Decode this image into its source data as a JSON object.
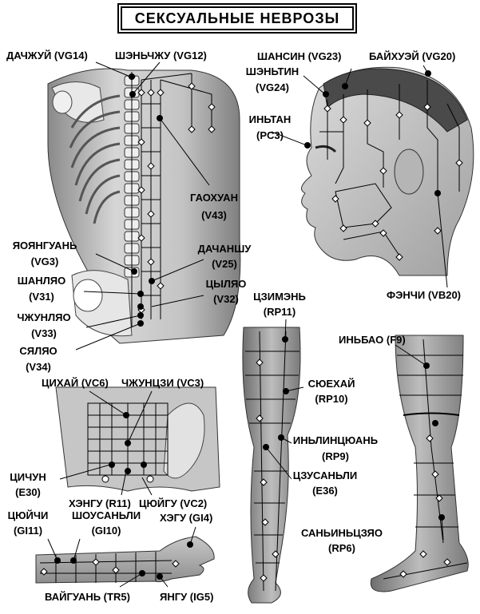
{
  "title": "СЕКСУАЛЬНЫЕ НЕВРОЗЫ",
  "colors": {
    "ink": "#000000",
    "skin_light": "#d9d9d9",
    "skin_mid": "#b0b0b0",
    "skin_dark": "#7a7a7a",
    "background": "#ffffff"
  },
  "labels": {
    "dazhui": "ДАЧЖУЙ (VG14)",
    "shenzhu": "ШЭНЬЧЖУ (VG12)",
    "shangxing": "ШАНСИН (VG23)",
    "baihui": "БАЙХУЭЙ (VG20)",
    "shenting_1": "ШЭНЬТИН",
    "shenting_2": "(VG24)",
    "yintang_1": "ИНЬТАН",
    "yintang_2": "(PC3)",
    "gaohuang_1": "ГАОХУАН",
    "gaohuang_2": "(V43)",
    "yaoyangguan_1": "ЯОЯНГУАНЬ",
    "yaoyangguan_2": "(VG3)",
    "dachangshu_1": "ДАЧАНШУ",
    "dachangshu_2": "(V25)",
    "shangliao_1": "ШАНЛЯО",
    "shangliao_2": "(V31)",
    "ciliao_1": "ЦЫЛЯО",
    "ciliao_2": "(V32)",
    "zhongliao_1": "ЧЖУНЛЯО",
    "zhongliao_2": "(V33)",
    "xialiao_1": "СЯЛЯО",
    "xialiao_2": "(V34)",
    "fengchi": "ФЭНЧИ (VB20)",
    "jimen_1": "ЦЗИМЭНЬ",
    "jimen_2": "(RP11)",
    "yinbao": "ИНЬБАО (F9)",
    "qihai": "ЦИХАЙ (VC6)",
    "zhongji": "ЧЖУНЦЗИ (VC3)",
    "xuehai_1": "СЮЕХАЙ",
    "xuehai_2": "(RP10)",
    "yinlingquan_1": "ИНЬЛИНЦЮАНЬ",
    "yinlingquan_2": "(RP9)",
    "qichong_1": "ЦИЧУН",
    "qichong_2": "(E30)",
    "henggu": "ХЭНГУ (R11)",
    "qugu": "ЦЮЙГУ (VC2)",
    "zusanli_1": "ЦЗУСАНЬЛИ",
    "zusanli_2": "(E36)",
    "quchi_1": "ЦЮЙЧИ",
    "quchi_2": "(GI11)",
    "shousanli_1": "ШОУСАНЬЛИ",
    "shousanli_2": "(GI10)",
    "hegu": "ХЭГУ (GI4)",
    "sanyinjiao_1": "САНЬИНЬЦЗЯО",
    "sanyinjiao_2": "(RP6)",
    "waiguan": "ВАЙГУАНЬ (TR5)",
    "yanggu": "ЯНГУ (IG5)"
  }
}
